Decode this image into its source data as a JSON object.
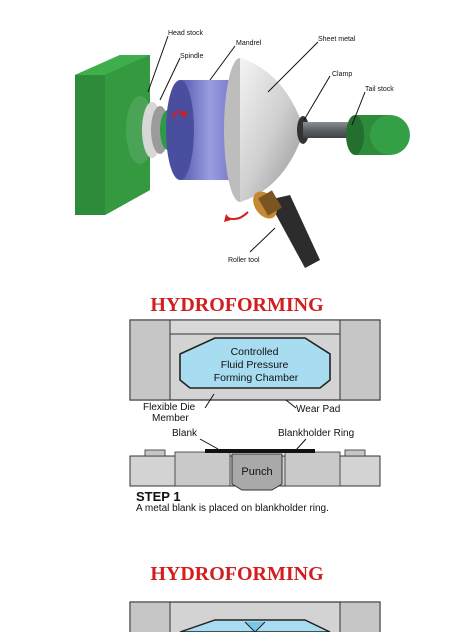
{
  "spinning": {
    "labels": {
      "head_stock": "Head stock",
      "spindle": "Spindle",
      "mandrel": "Mandrel",
      "sheet_metal": "Sheet metal",
      "clamp": "Clamp",
      "tail_stock": "Tail stock",
      "roller_tool": "Roller tool"
    }
  },
  "hydroforming_1": {
    "title": "HYDROFORMING",
    "chamber_label": [
      "Controlled",
      "Fluid Pressure",
      "Forming Chamber"
    ],
    "flexible_die_member": [
      "Flexible Die",
      "Member"
    ],
    "wear_pad": "Wear Pad",
    "blank": "Blank",
    "blankholder_ring": "Blankholder Ring",
    "punch": "Punch",
    "step": "STEP 1",
    "step_caption": "A metal blank is placed on blankholder ring."
  },
  "hydroforming_2": {
    "title": "HYDROFORMING"
  },
  "colors": {
    "title_red": "#d21e1e",
    "stock_green": "#2e8b3a",
    "mandrel_blue": "#6f73c8",
    "fluid_blue": "#a8dcf0",
    "die_gray": "#d3d3d3"
  }
}
